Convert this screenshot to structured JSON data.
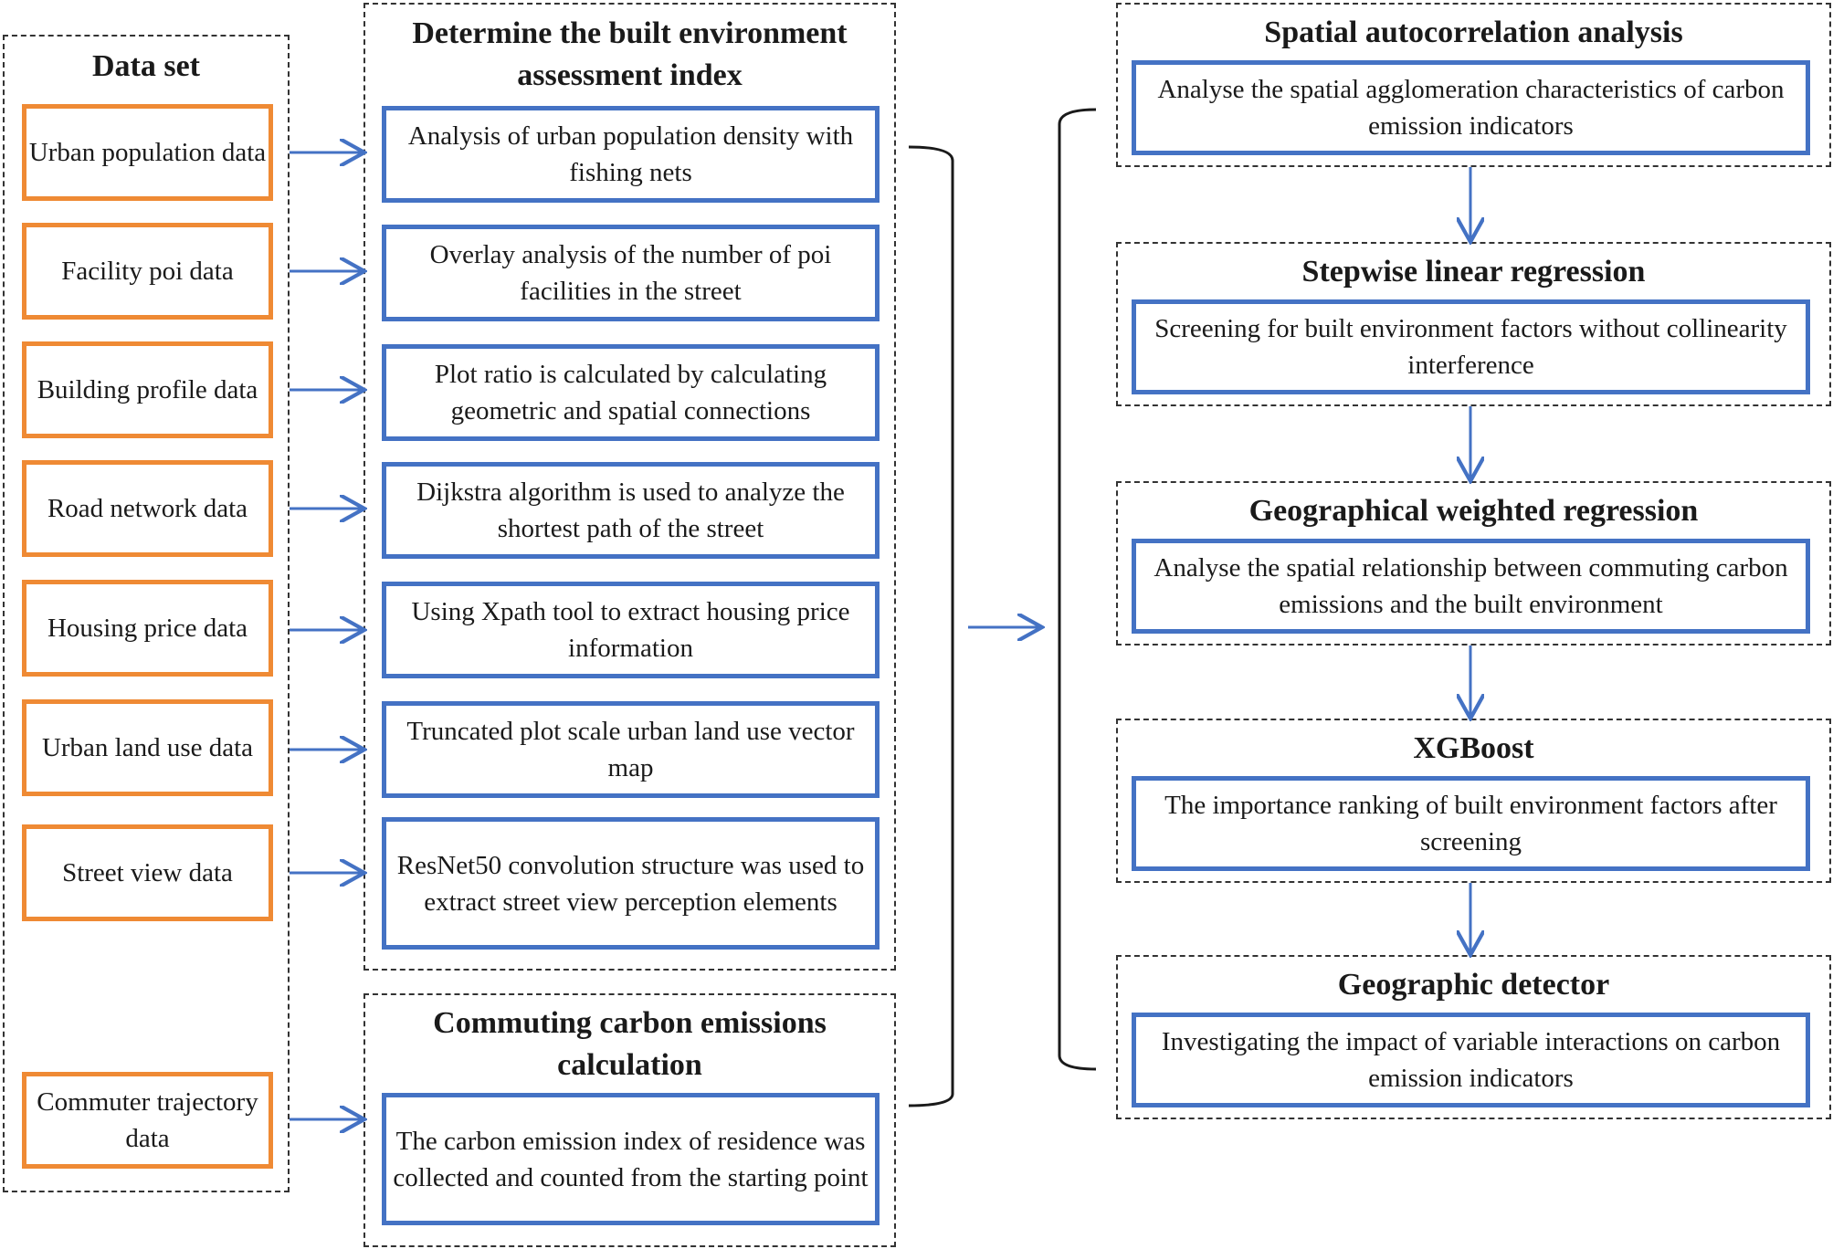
{
  "dataset": {
    "title": "Data set",
    "items": [
      "Urban population data",
      "Facility poi data",
      "Building profile data",
      "Road network data",
      "Housing price data",
      "Urban land use data",
      "Street view data",
      "Commuter trajectory data"
    ]
  },
  "index": {
    "title": "Determine the built environment assessment index",
    "items": [
      "Analysis of urban population density with fishing nets",
      "Overlay analysis of the number of poi facilities in the street",
      "Plot ratio is calculated by calculating geometric and spatial connections",
      "Dijkstra algorithm is used to analyze the shortest path of the street",
      "Using Xpath tool to extract housing price information",
      "Truncated plot scale urban land use vector map",
      "ResNet50 convolution structure was used to extract street view perception elements"
    ]
  },
  "carbon": {
    "title": "Commuting carbon emissions calculation",
    "item": "The carbon emission index of residence was collected and counted from the starting point"
  },
  "steps": [
    {
      "title": "Spatial autocorrelation analysis",
      "desc": "Analyse the spatial agglomeration characteristics of carbon emission indicators"
    },
    {
      "title": "Stepwise linear regression",
      "desc": "Screening for built environment factors without collinearity interference"
    },
    {
      "title": "Geographical weighted regression",
      "desc": "Analyse the spatial relationship between commuting carbon emissions and the built environment"
    },
    {
      "title": "XGBoost",
      "desc": "The importance ranking of built environment factors after screening"
    },
    {
      "title": "Geographic detector",
      "desc": "Investigating the impact of variable interactions on carbon emission indicators"
    }
  ],
  "colors": {
    "orange": "#ef8a34",
    "blue": "#4472c4",
    "arrow": "#4472c4"
  }
}
